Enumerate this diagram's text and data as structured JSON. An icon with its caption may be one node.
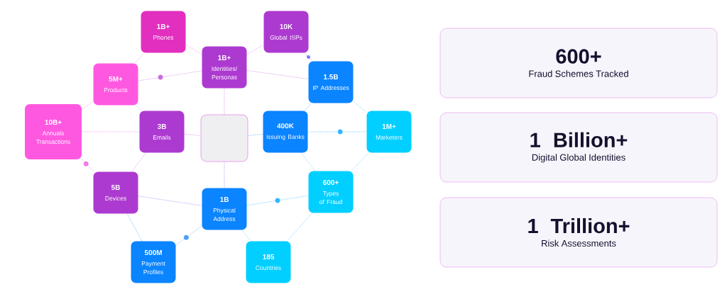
{
  "diagram": {
    "nodes": [
      {
        "text": [
          "1B+",
          "Phones"
        ]
      },
      {
        "text": [
          "10K",
          "Global ISPs"
        ]
      },
      {
        "text": [
          "1B+",
          "Identities/ Personas"
        ]
      },
      {
        "text": [
          "5M+",
          "Products"
        ]
      },
      {
        "text": [
          "1.5B",
          "IP Addresses"
        ]
      },
      {
        "text": [
          "10B+",
          "Annuals Transactions"
        ]
      },
      {
        "text": [
          "3B",
          "Emails"
        ]
      },
      {
        "text": [],
        "shape": "box"
      },
      {
        "text": [
          "400K",
          "Issuing Banks"
        ]
      },
      {
        "text": [
          "1M+",
          "Marketers"
        ]
      },
      {
        "text": [
          "5B",
          "Devices"
        ]
      },
      {
        "text": [
          "1B",
          "Physical Address"
        ]
      },
      {
        "text": [
          "600+",
          "Types of Fraud"
        ]
      },
      {
        "text": [
          "500M",
          "Payment Profiles"
        ]
      },
      {
        "text": [
          "185",
          "Countries"
        ]
      },
      {
        "text": [
          "600+",
          "Fraud Schemes Tracked"
        ]
      },
      {
        "text": [
          "1 Billion+",
          "Digital Global Identities"
        ]
      },
      {
        "text": [
          "1 Trillion+",
          "Risk Assessments"
        ]
      }
    ],
    "edges": [
      {
        "from": 3,
        "to": 0,
        "arrow": "none",
        "color": "#f07ae6"
      },
      {
        "from": 0,
        "to": 2,
        "arrow": "none",
        "color": "#f07ae6"
      },
      {
        "from": 2,
        "to": 1,
        "arrow": "none",
        "color": "#c86ee0"
      },
      {
        "from": 3,
        "to": 2,
        "arrow": "none",
        "color": "#c86ee0"
      },
      {
        "from": 2,
        "to": 4,
        "arrow": "none",
        "color": "#c86ee0"
      },
      {
        "from": 1,
        "to": 4,
        "arrow": "none",
        "color": "#8a78f0"
      },
      {
        "from": 5,
        "to": 3,
        "arrow": "none",
        "color": "#f07ae6"
      },
      {
        "from": 3,
        "to": 6,
        "arrow": "none",
        "color": "#e070e0"
      },
      {
        "from": 5,
        "to": 6,
        "arrow": "none",
        "color": "#f07ae6"
      },
      {
        "from": 6,
        "to": 7,
        "arrow": "none",
        "color": "#c86ee0"
      },
      {
        "from": 7,
        "to": 2,
        "arrow": "none",
        "color": "#c86ee0"
      },
      {
        "from": 7,
        "to": 8,
        "arrow": "none",
        "color": "#4aa0ff"
      },
      {
        "from": 8,
        "to": 4,
        "arrow": "none",
        "color": "#4aa0ff"
      },
      {
        "from": 4,
        "to": 9,
        "arrow": "none",
        "color": "#40c8ff"
      },
      {
        "from": 8,
        "to": 9,
        "arrow": "none",
        "color": "#30b8ff"
      },
      {
        "from": 5,
        "to": 10,
        "arrow": "none",
        "color": "#f07ae6"
      },
      {
        "from": 6,
        "to": 10,
        "arrow": "none",
        "color": "#c86ee0"
      },
      {
        "from": 10,
        "to": 11,
        "arrow": "none",
        "color": "#8a78f0"
      },
      {
        "from": 7,
        "to": 11,
        "arrow": "none",
        "color": "#8a78f0"
      },
      {
        "from": 8,
        "to": 12,
        "arrow": "none",
        "color": "#40c8ff"
      },
      {
        "from": 9,
        "to": 12,
        "arrow": "none",
        "color": "#40c8ff"
      },
      {
        "from": 11,
        "to": 12,
        "arrow": "none",
        "color": "#30b8ff"
      },
      {
        "from": 10,
        "to": 13,
        "arrow": "none",
        "color": "#4aa0ff"
      },
      {
        "from": 13,
        "to": 11,
        "arrow": "none",
        "color": "#4aa0ff"
      },
      {
        "from": 11,
        "to": 14,
        "arrow": "none",
        "color": "#40c8ff"
      },
      {
        "from": 12,
        "to": 14,
        "arrow": "none",
        "color": "#40c8ff"
      }
    ]
  }
}
